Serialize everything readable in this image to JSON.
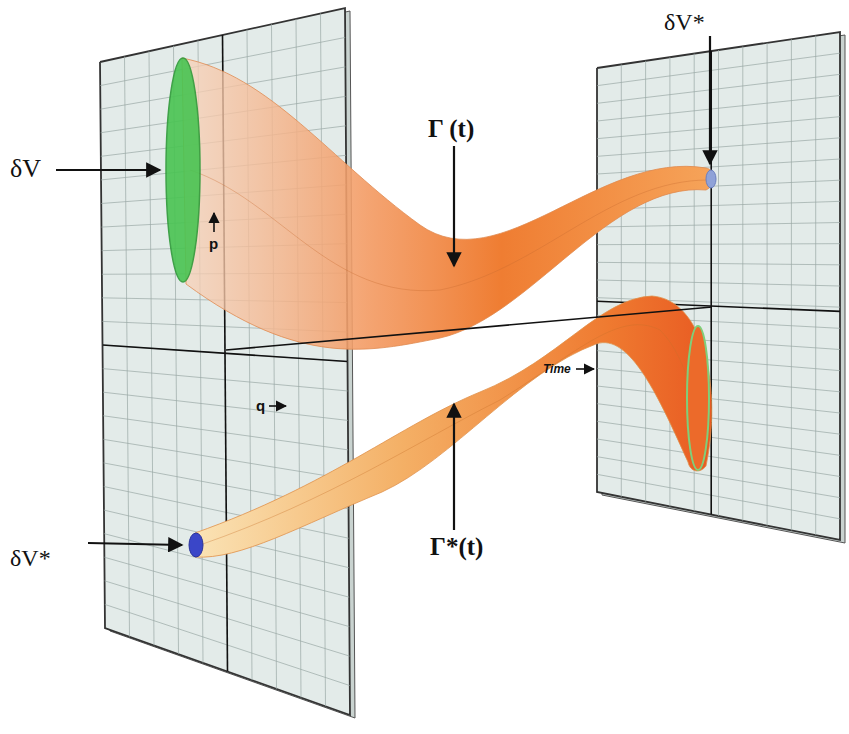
{
  "diagram": {
    "labels": [
      "δV*",
      "δV",
      "Γ (t)",
      "p",
      "Time",
      "q",
      "Γ*(t)",
      "δV*"
    ]
  }
}
